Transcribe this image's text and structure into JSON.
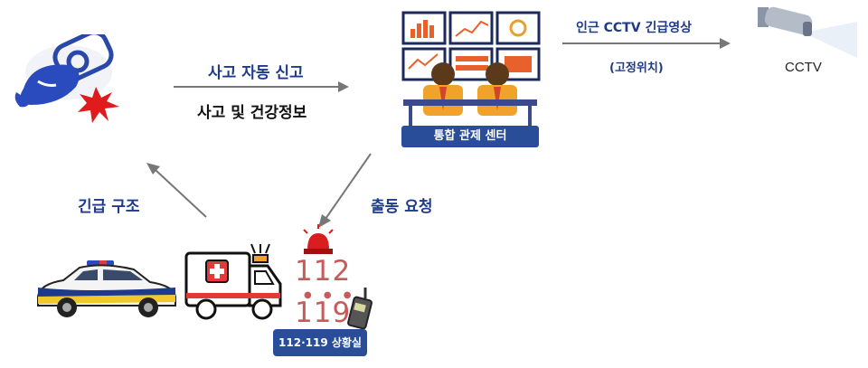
{
  "flow": {
    "auto_report": "사고 자동 신고",
    "accident_info": "사고 및 건강정보",
    "control_center": "통합 관제 센터",
    "cctv_video": "인근 CCTV  긴급영상",
    "fixed_position": "(고정위치)",
    "cctv": "CCTV",
    "dispatch_request": "출동 요청",
    "emergency_rescue": "긴급 구조",
    "situation_room": "112·119 상황실",
    "num_112": "112",
    "num_119": "119"
  },
  "colors": {
    "label_blue": "#1f3a8a",
    "badge_blue": "#2a4d9a",
    "arrow_gray": "#777777",
    "siren_red": "#d81e1e",
    "cross_red": "#e23a3a"
  },
  "icons": [
    "motorcycle-crash-icon",
    "control-center-icon",
    "cctv-camera-icon",
    "police-car-icon",
    "ambulance-icon",
    "siren-icon",
    "radio-icon"
  ]
}
